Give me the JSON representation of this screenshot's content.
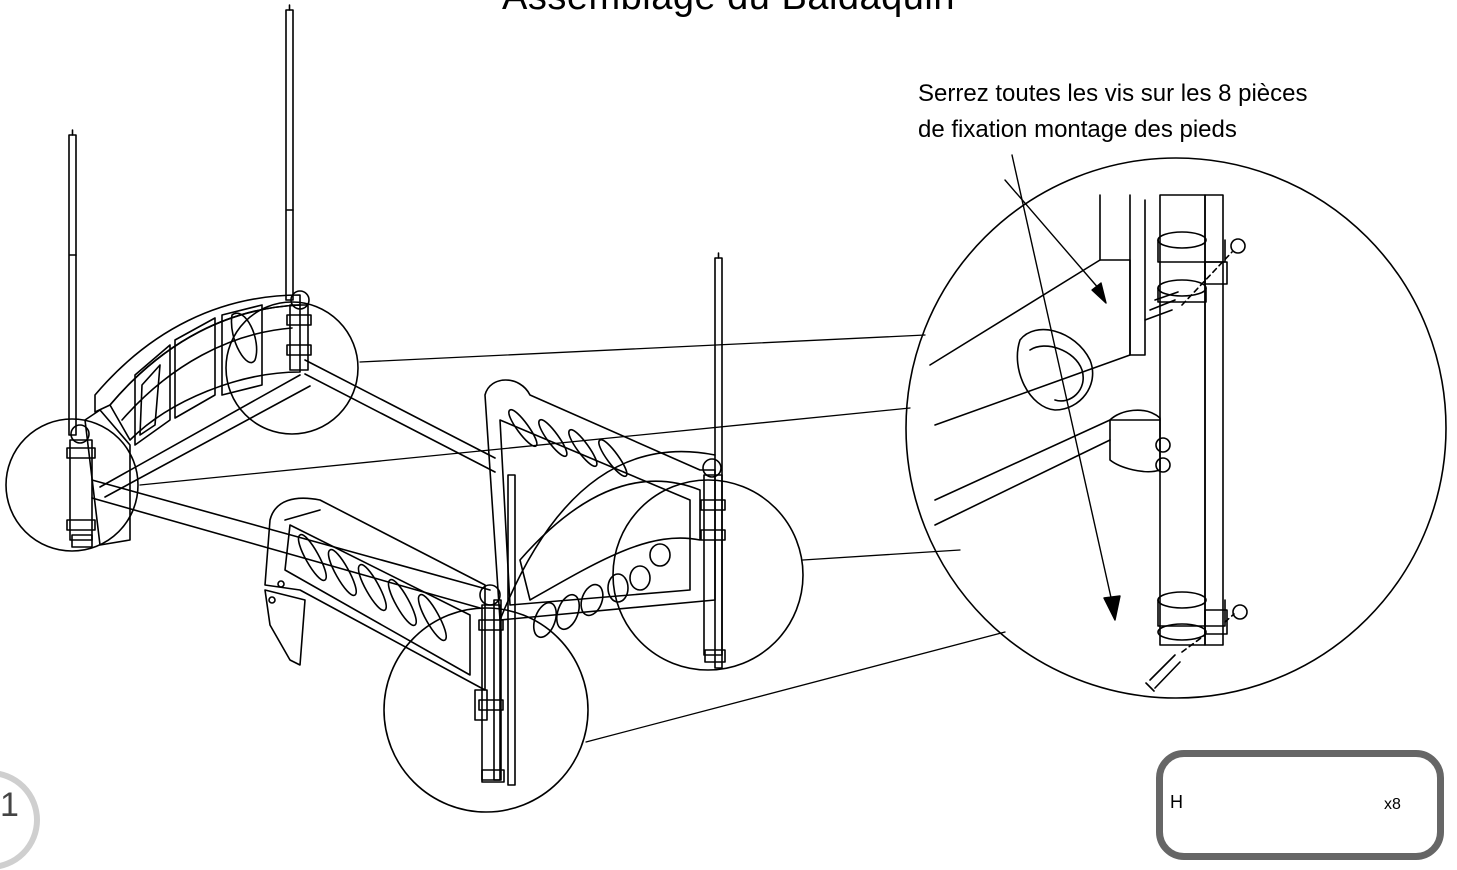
{
  "title": "Assemblage du Baldaquin",
  "instruction": {
    "line1": "Serrez toutes les vis sur les 8 pièces",
    "line2": "de fixation montage des pieds"
  },
  "step": {
    "number": "1"
  },
  "hardware": {
    "letter": "H",
    "quantity": "x8"
  },
  "colors": {
    "ink": "#000000",
    "badge_border": "#cfcfcf",
    "box_border": "#666666"
  }
}
